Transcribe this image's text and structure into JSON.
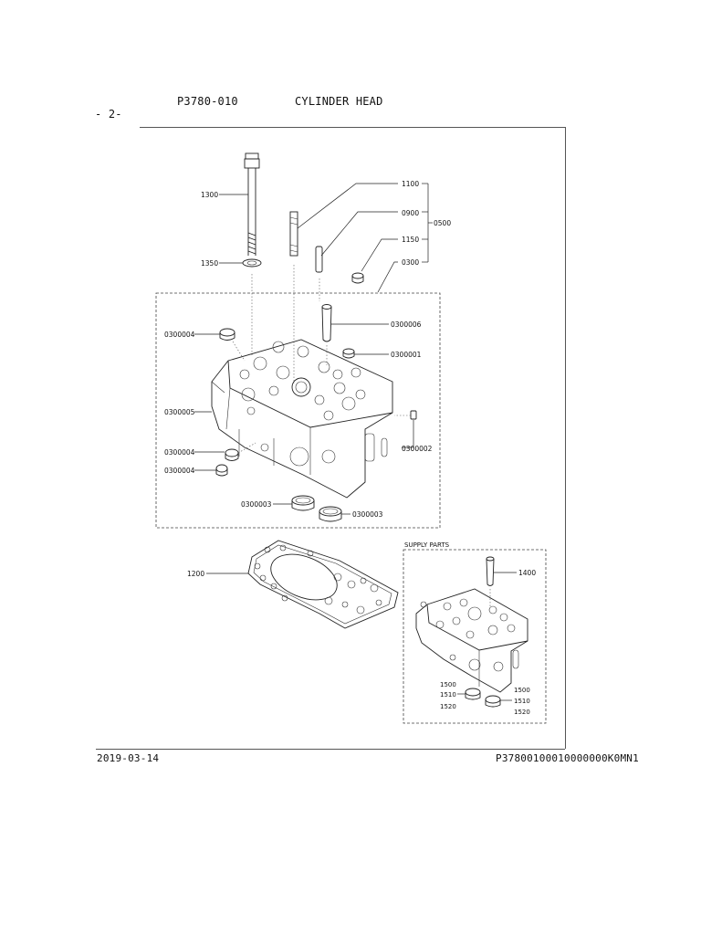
{
  "header": {
    "page_number": "- 2-",
    "part_code": "P3780-010",
    "title": "CYLINDER HEAD"
  },
  "footer": {
    "date": "2019-03-14",
    "document_id": "P37800100010000000K0MN1"
  },
  "callouts": {
    "c1300": "1300",
    "c1350": "1350",
    "c1100": "1100",
    "c0900": "0900",
    "c1150": "1150",
    "c0300": "0300",
    "c0500": "0500",
    "c0300006": "0300006",
    "c0300001": "0300001",
    "c0300004a": "0300004",
    "c0300005": "0300005",
    "c0300004b": "0300004",
    "c0300004c": "0300004",
    "c0300002": "0300002",
    "c0300003a": "0300003",
    "c0300003b": "0300003",
    "c1200": "1200",
    "supply_parts": "SUPPLY PARTS",
    "c1400": "1400",
    "c1500a": "1500",
    "c1510a": "1510",
    "c1520a": "1520",
    "c1500b": "1500",
    "c1510b": "1510",
    "c1520b": "1520"
  }
}
